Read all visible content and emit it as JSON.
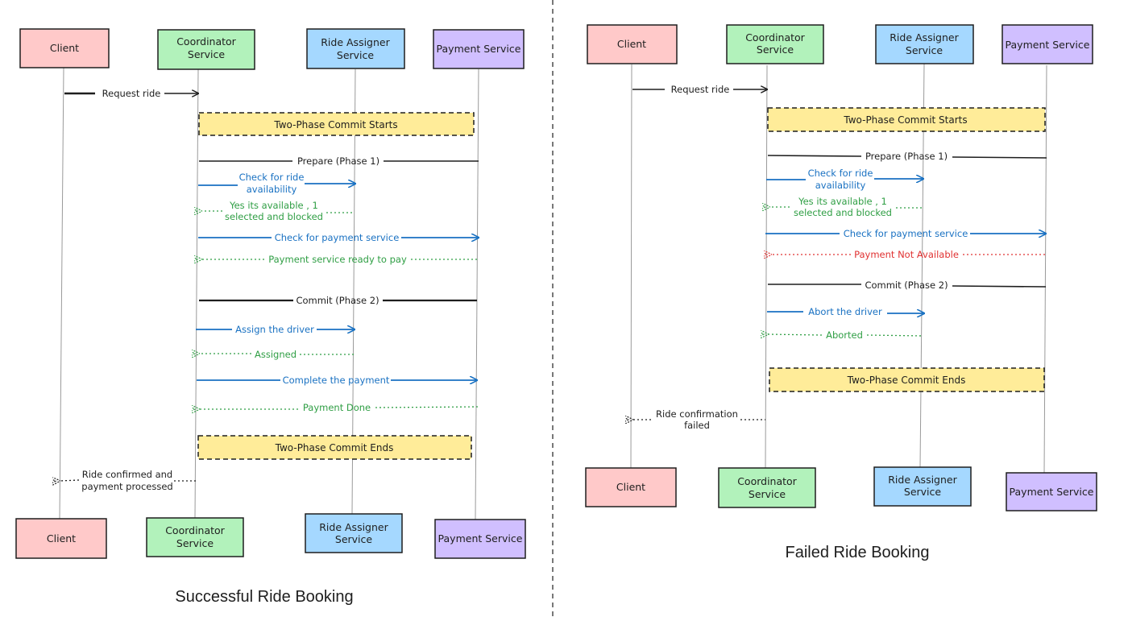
{
  "colors": {
    "client": "#ffc9c9",
    "coordinator": "#b2f2bb",
    "ride_assigner": "#a5d8ff",
    "payment": "#d0bfff",
    "phase_band": "#ffec99",
    "request": "#1971c2",
    "response_ok": "#2f9e44",
    "response_fail": "#e03131",
    "neutral": "#1e1e1e",
    "lifeline": "#9a9a9a"
  },
  "success": {
    "caption": "Successful Ride Booking",
    "participants": {
      "client": "Client",
      "coordinator": "Coordinator Service",
      "ride_assigner": "Ride Assigner Service",
      "payment": "Payment Service"
    },
    "messages": {
      "request_ride": "Request ride",
      "tpc_starts": "Two-Phase Commit Starts",
      "prepare": "Prepare (Phase 1)",
      "check_ride": "Check for ride availability",
      "ride_available": "Yes its available , 1 selected and blocked",
      "check_payment": "Check for payment service",
      "payment_ready": "Payment service ready to pay",
      "commit": "Commit (Phase 2)",
      "assign_driver": "Assign the driver",
      "assigned": "Assigned",
      "complete_payment": "Complete the payment",
      "payment_done": "Payment Done",
      "tpc_ends": "Two-Phase Commit Ends",
      "ride_confirmed": "Ride confirmed and payment processed"
    }
  },
  "failure": {
    "caption": "Failed Ride Booking",
    "participants": {
      "client": "Client",
      "coordinator": "Coordinator Service",
      "ride_assigner": "Ride Assigner Service",
      "payment": "Payment Service"
    },
    "messages": {
      "request_ride": "Request ride",
      "tpc_starts": "Two-Phase Commit Starts",
      "prepare": "Prepare (Phase 1)",
      "check_ride": "Check for ride availability",
      "ride_available": "Yes its available , 1 selected and blocked",
      "check_payment": "Check for payment service",
      "payment_unavailable": "Payment Not Available",
      "commit": "Commit (Phase 2)",
      "abort_driver": "Abort the driver",
      "aborted": "Aborted",
      "tpc_ends": "Two-Phase Commit Ends",
      "ride_failed": "Ride confirmation failed"
    }
  }
}
